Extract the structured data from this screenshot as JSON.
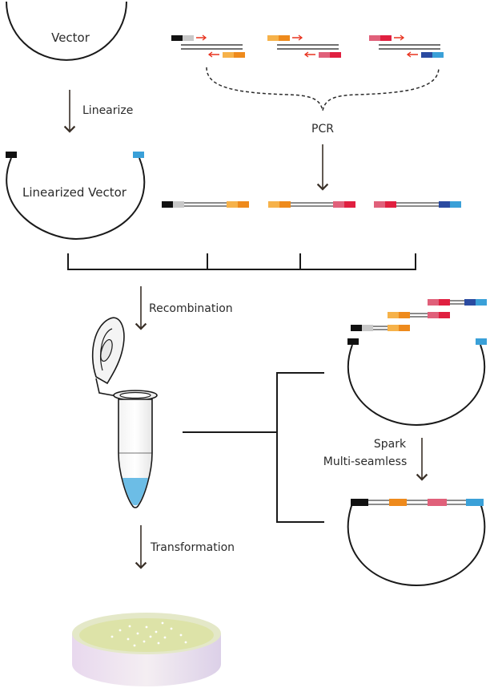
{
  "labels": {
    "vector": "Vector",
    "linearize": "Linearize",
    "linearized_vector": "Linearized Vector",
    "pcr": "PCR",
    "recombination": "Recombination",
    "spark_line1": "Spark",
    "spark_line2": "Multi-seamless",
    "transformation": "Transformation"
  },
  "colors": {
    "black_end": "#111111",
    "blue_end": "#3aa0d8",
    "orange_light": "#f6b24a",
    "orange": "#ee8a1c",
    "pink": "#e0607a",
    "red": "#e02040",
    "navy": "#2a4aa0",
    "grey": "#c8c8c8",
    "primer_arrow": "#e8321e",
    "tube_liquid": "#6cbde6",
    "dish_agar": "#dde3a8",
    "colony": "#ffffff"
  },
  "icons": {
    "tube": "microcentrifuge-tube-icon",
    "dish": "petri-dish-icon"
  }
}
